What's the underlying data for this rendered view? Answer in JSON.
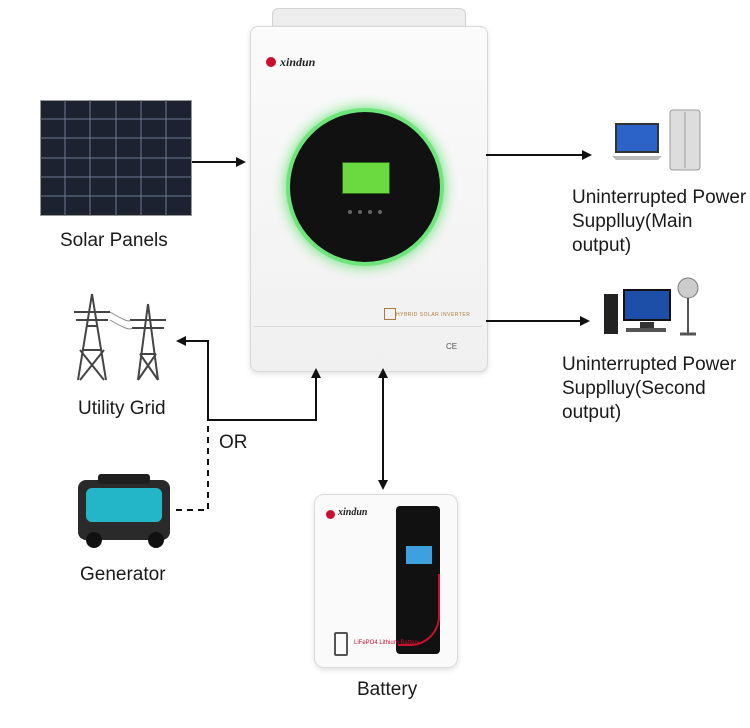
{
  "labels": {
    "solar": "Solar Panels",
    "grid": "Utility Grid",
    "generator": "Generator",
    "or": "OR",
    "battery": "Battery",
    "main_output_line1": "Uninterrupted Power",
    "main_output_line2": "Supplluy(Main output)",
    "second_output_line1": "Uninterrupted Power",
    "second_output_line2": "Supplluy(Second output)"
  },
  "inverter": {
    "brand": "xindun",
    "product_text": "HYBRID SOLAR INVERTER",
    "cert": "CE"
  },
  "battery_unit": {
    "brand": "xindun",
    "product_text": "LiFePO4 Lithium Battery"
  },
  "colors": {
    "ring_glow": "#5fe06d",
    "lcd": "#6bd940",
    "arrow": "#111111",
    "battery_accent": "#c8102e"
  }
}
